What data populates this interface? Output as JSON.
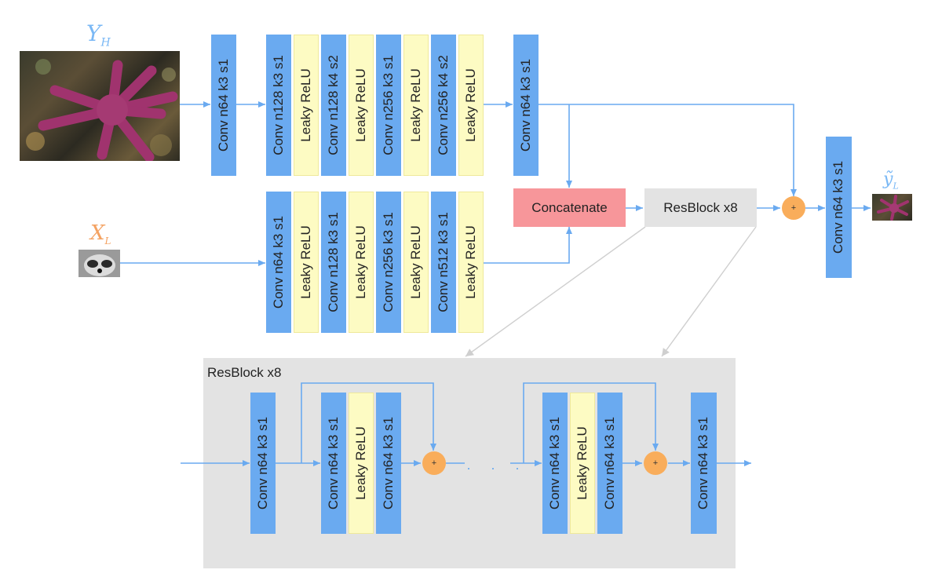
{
  "inputs": {
    "reference_label": "Y",
    "reference_sub": "H",
    "lowres_label": "X",
    "lowres_sub": "L",
    "output_label": "ỹ",
    "output_sub": "L"
  },
  "colors": {
    "conv": "#6aaaf0",
    "relu": "#fdfbc3",
    "concat": "#f7969a",
    "resblock": "#e3e3e3",
    "plus": "#f9ad5b",
    "arrow": "#6aaaf0",
    "zoom_line": "#cfcfcf",
    "reference_label": "#7ab8f5",
    "lowres_label": "#f4a262"
  },
  "top_branch": {
    "first_conv": "Conv n64 k3 s1",
    "layers": [
      "Conv n128 k3 s1",
      "Leaky ReLU",
      "Conv n128 k4 s2",
      "Leaky ReLU",
      "Conv n256 k3 s1",
      "Leaky ReLU",
      "Conv n256 k4 s2",
      "Leaky ReLU"
    ],
    "last_conv": "Conv n64 k3 s1"
  },
  "bottom_branch": {
    "layers": [
      "Conv n64 k3 s1",
      "Leaky ReLU",
      "Conv n128 k3 s1",
      "Leaky ReLU",
      "Conv n256 k3 s1",
      "Leaky ReLU",
      "Conv n512 k3 s1",
      "Leaky ReLU"
    ]
  },
  "merge": {
    "concatenate": "Concatenate",
    "resblock": "ResBlock x8",
    "plus": "+",
    "output_conv": "Conv n64 k3 s1"
  },
  "resblock_detail": {
    "title": "ResBlock x8",
    "first_conv": "Conv n64 k3 s1",
    "block1": [
      "Conv n64 k3 s1",
      "Leaky ReLU",
      "Conv n64 k3 s1"
    ],
    "ellipsis": "· · ·",
    "block2": [
      "Conv n64 k3 s1",
      "Leaky ReLU",
      "Conv n64 k3 s1"
    ],
    "last_conv": "Conv n64 k3 s1",
    "plus": "+"
  }
}
